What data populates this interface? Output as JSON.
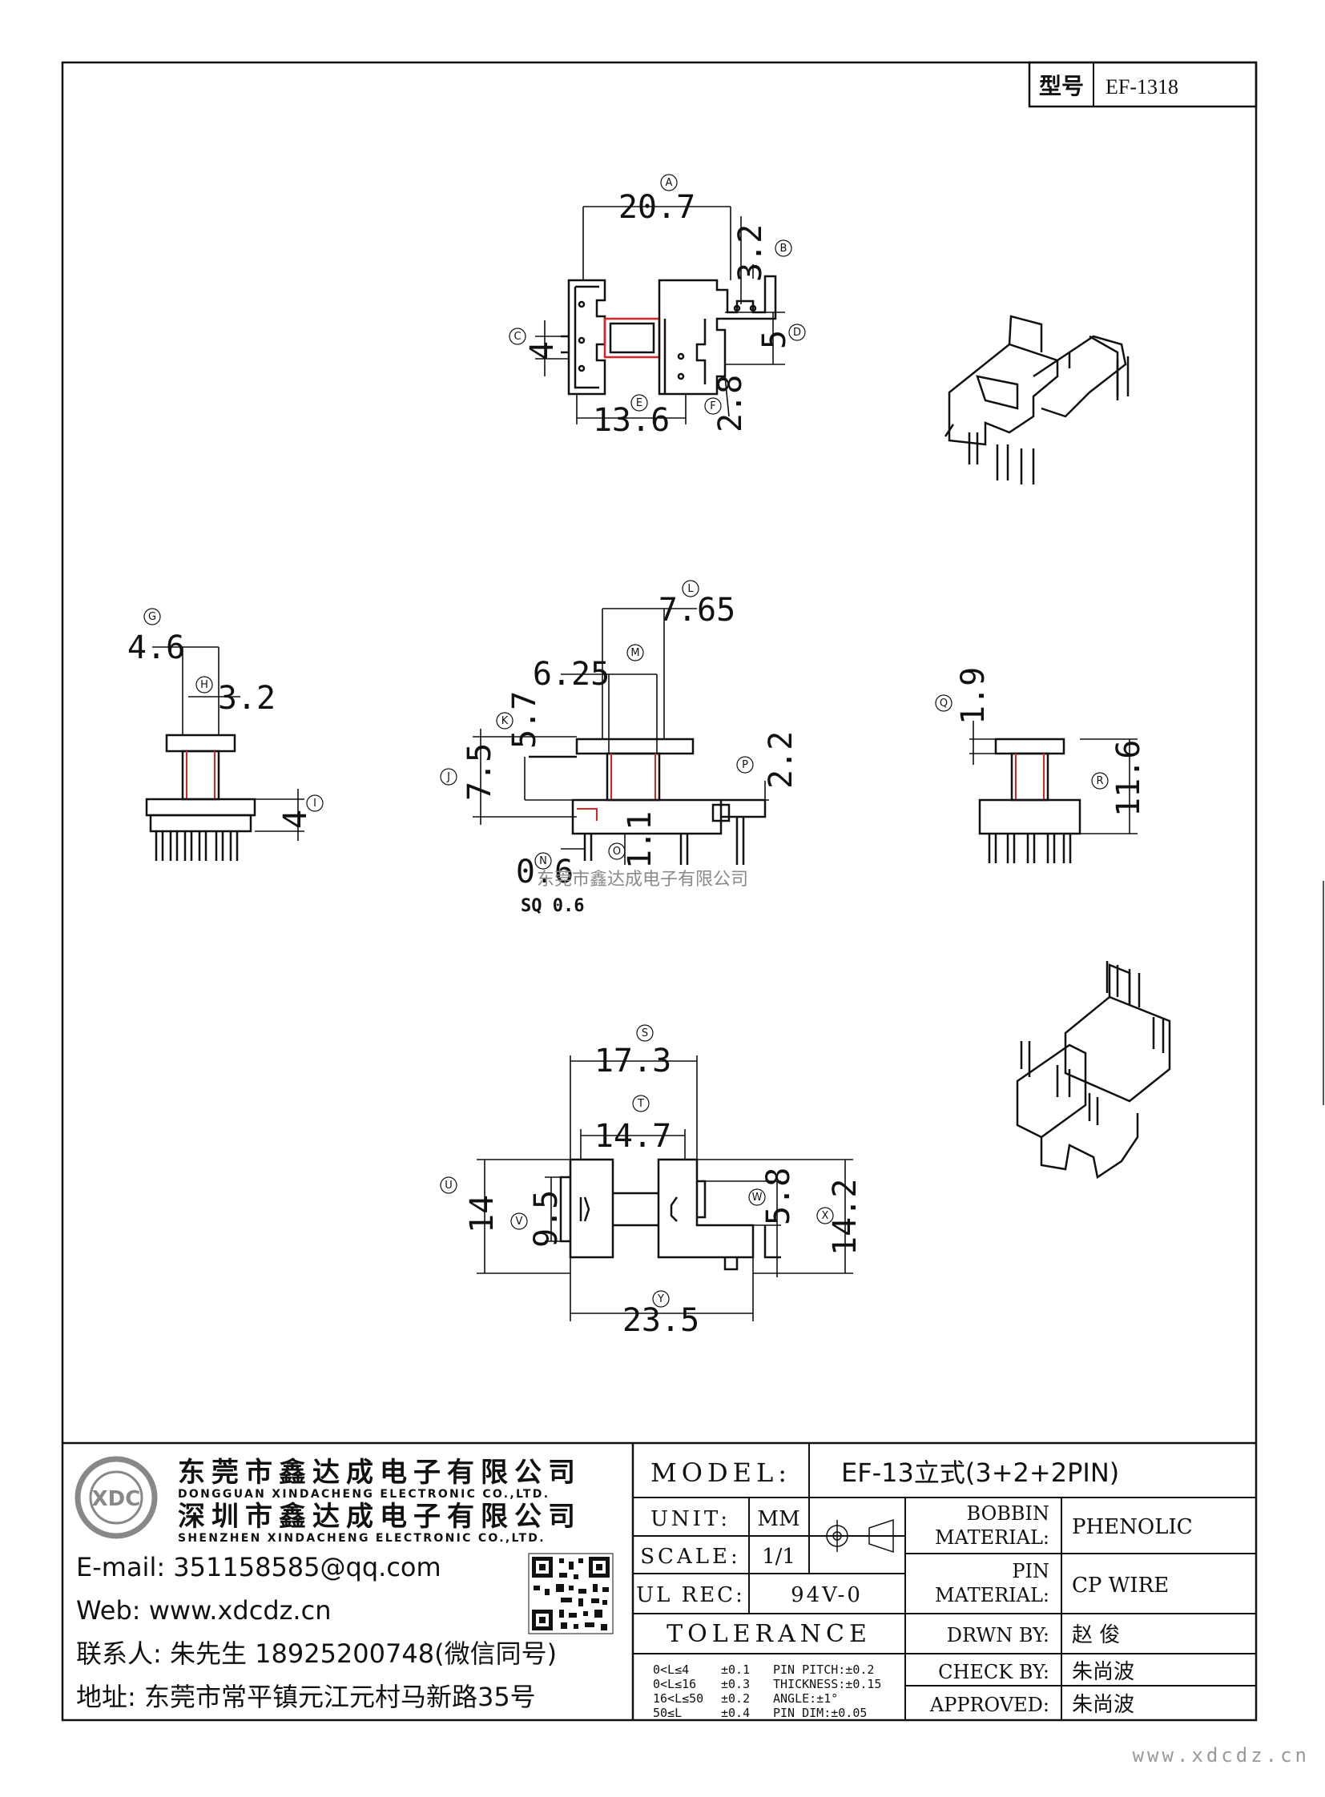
{
  "part_no": {
    "label": "型号",
    "value": "EF-1318"
  },
  "watermark": "东莞市鑫达成电子有限公司",
  "footer_url": "www.xdcdz.cn",
  "pin_note": "SQ 0.6",
  "views": {
    "top": {
      "dims": [
        {
          "bubble": "A",
          "value": "20.7"
        },
        {
          "bubble": "B",
          "value": "3.2"
        },
        {
          "bubble": "C",
          "value": "4"
        },
        {
          "bubble": "D",
          "value": "5"
        },
        {
          "bubble": "E",
          "value": "13.6"
        },
        {
          "bubble": "F",
          "value": "2.8"
        }
      ]
    },
    "left": {
      "dims": [
        {
          "bubble": "G",
          "value": "4.6"
        },
        {
          "bubble": "H",
          "value": "3.2"
        },
        {
          "bubble": "I",
          "value": "4"
        }
      ]
    },
    "front": {
      "dims": [
        {
          "bubble": "L",
          "value": "7.65"
        },
        {
          "bubble": "M",
          "value": "6.25"
        },
        {
          "bubble": "K",
          "value": "5.7"
        },
        {
          "bubble": "J",
          "value": "7.5"
        },
        {
          "bubble": "P",
          "value": "2.2"
        },
        {
          "bubble": "N",
          "value": "0.6"
        },
        {
          "bubble": "O",
          "value": "1.1"
        }
      ]
    },
    "right": {
      "dims": [
        {
          "bubble": "Q",
          "value": "1.9"
        },
        {
          "bubble": "R",
          "value": "11.6"
        }
      ]
    },
    "bottom": {
      "dims": [
        {
          "bubble": "S",
          "value": "17.3"
        },
        {
          "bubble": "T",
          "value": "14.7"
        },
        {
          "bubble": "U",
          "value": "14"
        },
        {
          "bubble": "V",
          "value": "9.5"
        },
        {
          "bubble": "W",
          "value": "5.8"
        },
        {
          "bubble": "X",
          "value": "14.2"
        },
        {
          "bubble": "Y",
          "value": "23.5"
        }
      ]
    }
  },
  "company": {
    "name_dg_cn": "东莞市鑫达成电子有限公司",
    "name_dg_en": "DONGGUAN XINDACHENG ELECTRONIC CO.,LTD.",
    "name_sz_cn": "深圳市鑫达成电子有限公司",
    "name_sz_en": "SHENZHEN XINDACHENG ELECTRONIC CO.,LTD.",
    "logo_text": "XDC",
    "email": "E-mail: 351158585@qq.com",
    "web": "Web: www.xdcdz.cn",
    "contact": "联系人: 朱先生 18925200748(微信同号)",
    "address": "地址: 东莞市常平镇元江元村马新路35号"
  },
  "title_block": {
    "model_label": "MODEL:",
    "model_value": "EF-13立式(3+2+2PIN)",
    "unit_label": "UNIT:",
    "unit_value": "MM",
    "scale_label": "SCALE:",
    "scale_value": "1/1",
    "ulrec_label": "UL REC:",
    "ulrec_value": "94V-0",
    "tolerance_label": "TOLERANCE",
    "tolerances": [
      {
        "range": "0<L≤4",
        "tol": "±0.1",
        "spec": "PIN PITCH:±0.2"
      },
      {
        "range": "0<L≤16",
        "tol": "±0.3",
        "spec": "THICKNESS:±0.15"
      },
      {
        "range": "16<L≤50",
        "tol": "±0.2",
        "spec": "ANGLE:±1°"
      },
      {
        "range": "50≤L",
        "tol": "±0.4",
        "spec": "PIN DIM:±0.05"
      }
    ],
    "bobbin_label_1": "BOBBIN",
    "bobbin_label_2": "MATERIAL:",
    "bobbin_value": "PHENOLIC",
    "pin_label_1": "PIN",
    "pin_label_2": "MATERIAL:",
    "pin_value": "CP WIRE",
    "drawn_label": "DRWN BY:",
    "drawn_value": "赵  俊",
    "check_label": "CHECK BY:",
    "check_value": "朱尚波",
    "approved_label": "APPROVED:",
    "approved_value": "朱尚波"
  }
}
